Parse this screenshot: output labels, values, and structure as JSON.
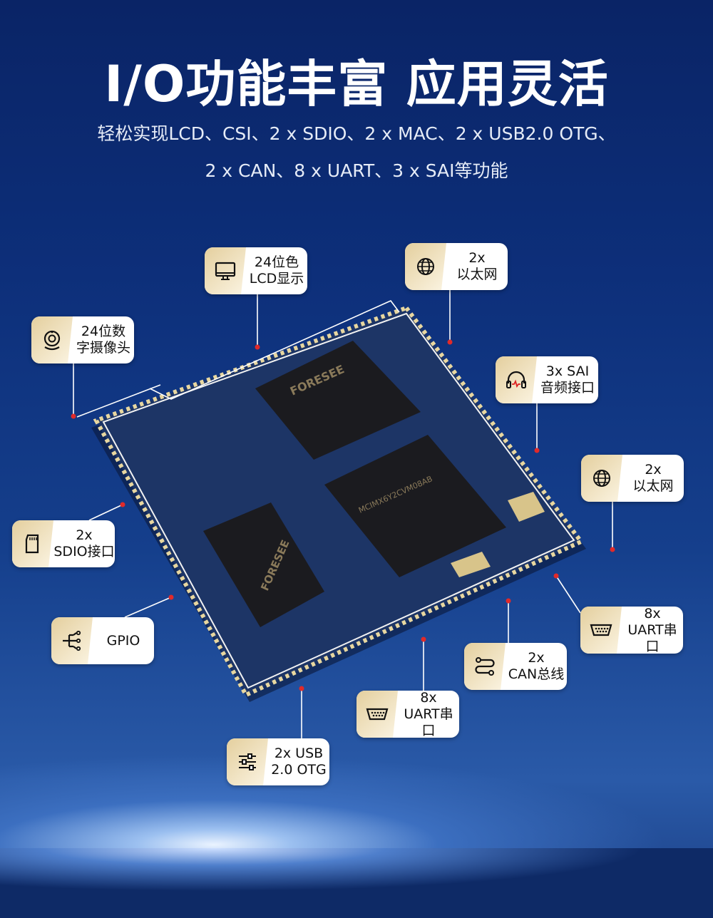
{
  "title": "I/O功能丰富 应用灵活",
  "subtitle_lines": [
    "轻松实现LCD、CSI、2 x SDIO、2 x MAC、2 x USB2.0 OTG、",
    "2 x CAN、8 x UART、3 x SAI等功能"
  ],
  "chips": {
    "flash": "FORESEE",
    "cpu": "MCIMX6Y2CVM08AB",
    "ram": "FORESEE"
  },
  "features": [
    {
      "icon": "monitor-icon",
      "lines": [
        "24位色",
        "LCD显示"
      ]
    },
    {
      "icon": "globe-icon",
      "lines": [
        "2x",
        "以太网"
      ]
    },
    {
      "icon": "camera-icon",
      "lines": [
        "24位数",
        "字摄像头"
      ]
    },
    {
      "icon": "headphones-icon",
      "lines": [
        "3x SAI",
        "音频接口"
      ]
    },
    {
      "icon": "globe-icon",
      "lines": [
        "2x",
        "以太网"
      ]
    },
    {
      "icon": "sd-card-icon",
      "lines": [
        "2x",
        "SDIO接口"
      ]
    },
    {
      "icon": "gpio-icon",
      "lines": [
        "GPIO"
      ]
    },
    {
      "icon": "serial-port-icon",
      "lines": [
        "8x",
        "UART串口"
      ]
    },
    {
      "icon": "can-bus-icon",
      "lines": [
        "2x",
        "CAN总线"
      ]
    },
    {
      "icon": "serial-port-icon",
      "lines": [
        "8x",
        "UART串口"
      ]
    },
    {
      "icon": "usb-sliders-icon",
      "lines": [
        "2x USB",
        "2.0 OTG"
      ]
    }
  ],
  "colors": {
    "accent_dot": "#e02a2a",
    "label_gold": "#e4cf9e",
    "board": "#1d3566"
  }
}
